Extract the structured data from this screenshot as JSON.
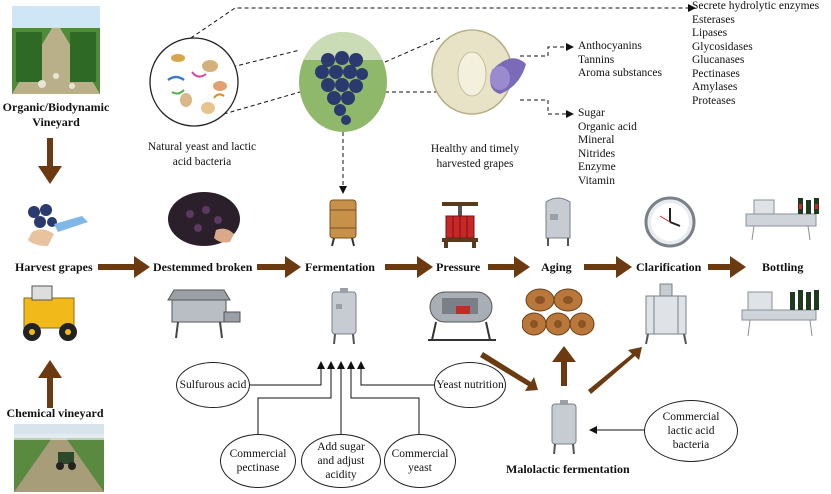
{
  "sources": {
    "organic_vineyard": "Organic/Biodynamic Vineyard",
    "chemical_vineyard": "Chemical vineyard"
  },
  "captions": {
    "yeast": "Natural yeast and lactic acid bacteria",
    "grapes": "Healthy and timely harvested grapes"
  },
  "enzymes": {
    "title": "Secrete hydrolytic enzymes",
    "items": [
      "Esterases",
      "Lipases",
      "Glycosidases",
      "Glucanases",
      "Pectinases",
      "Amylases",
      "Proteases"
    ]
  },
  "skin_compounds": [
    "Anthocyanins",
    "Tannins",
    "Aroma substances"
  ],
  "pulp_compounds": [
    "Sugar",
    "Organic acid",
    "Mineral",
    "Nitrides",
    "Enzyme",
    "Vitamin"
  ],
  "stages": [
    "Harvest grapes",
    "Destemmed broken",
    "Fermentation",
    "Pressure",
    "Aging",
    "Clarification",
    "Bottling"
  ],
  "additives": {
    "sulfurous_acid": "Sulfurous acid",
    "yeast_nutrition": "Yeast nutrition",
    "commercial_pectinase": "Commercial pectinase",
    "add_sugar": "Add sugar and adjust acidity",
    "commercial_yeast": "Commercial yeast",
    "commercial_lab": "Commercial lactic acid bacteria"
  },
  "malolactic": "Malolactic fermentation",
  "colors": {
    "arrow": "#6b3a10",
    "grape": "#2b3a6e",
    "steel": "#b9bec4",
    "wood": "#b9783a"
  }
}
